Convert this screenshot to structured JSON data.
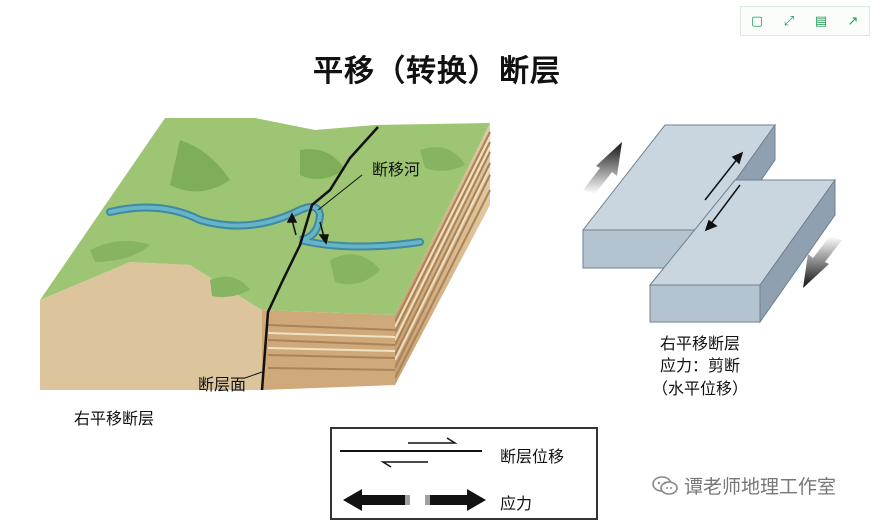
{
  "title": "平移（转换）断层",
  "block_diagram": {
    "river_label": "断移河",
    "fault_plane_label": "断层面",
    "caption": "右平移断层"
  },
  "plate_diagram": {
    "caption_lines": [
      "右平移断层",
      "应力：剪断",
      "（水平位移）"
    ]
  },
  "legend": {
    "displacement_label": "断层位移",
    "stress_label": "应力"
  },
  "watermark": {
    "text": "谭老师地理工作室",
    "icon": "wechat-icon"
  },
  "toolbar": {
    "icons": [
      "copy-icon",
      "fullscreen-icon",
      "save-icon",
      "share-icon"
    ]
  },
  "colors": {
    "grass": "#9dc573",
    "grass_dark": "#7fae58",
    "river": "#5aa3b8",
    "soil": "#d8c49a",
    "strata": "#b99467",
    "plate_top": "#c9d6e0",
    "plate_side": "#8fa1b0"
  }
}
